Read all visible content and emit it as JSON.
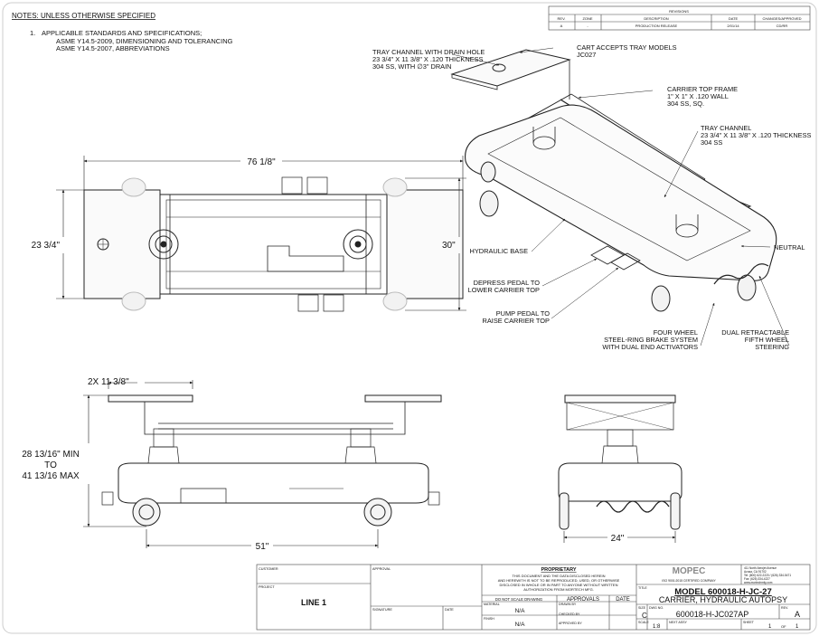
{
  "notes": {
    "header": "NOTES: UNLESS OTHERWISE SPECIFIED",
    "item_number": "1.",
    "item_text": "APPLICABLE STANDARDS AND SPECIFICATIONS;",
    "standard_1": "ASME Y14.5-2009, DIMENSIONING AND TOLERANCING",
    "standard_2": "ASME Y14.5-2007, ABBREVIATIONS"
  },
  "revisions": {
    "title": "REVISIONS",
    "headers": [
      "REV.",
      "ZONE",
      "DESCRIPTION",
      "DATE",
      "CHANGES/APPROVED"
    ],
    "row": [
      "A",
      "-",
      "PRODUCTION RELEASE",
      "2/01/14",
      "CD/RR"
    ]
  },
  "top_view": {
    "length_dim": "76 1/8\"",
    "width_dim": "23 3/4\"",
    "outer_width_dim": "30\""
  },
  "side_view": {
    "tray_dim": "2X 11 3/8\"",
    "height_min": "28 13/16\" MIN",
    "height_to": "TO",
    "height_max": "41 13/16 MAX",
    "wheelbase_dim": "51\""
  },
  "end_view": {
    "width_dim": "24\""
  },
  "callouts": {
    "tray_drain_1": "TRAY CHANNEL WITH DRAIN HOLE",
    "tray_drain_2": "23 3/4\" X 11 3/8\" X .120 THICKNESS",
    "tray_drain_3": "304 SS, WITH ∅3\" DRAIN",
    "cart_accepts_1": "CART ACCEPTS TRAY MODELS",
    "cart_accepts_2": "JC027",
    "carrier_frame_1": "CARRIER TOP FRAME",
    "carrier_frame_2": "1\" X 1\" X .120 WALL",
    "carrier_frame_3": "304 SS, SQ.",
    "tray_channel_1": "TRAY CHANNEL",
    "tray_channel_2": "23 3/4\" X 11 3/8\" X .120 THICKNESS",
    "tray_channel_3": "304 SS",
    "hydraulic_base": "HYDRAULIC BASE",
    "neutral": "NEUTRAL",
    "depress_pedal_1": "DEPRESS PEDAL TO",
    "depress_pedal_2": "LOWER CARRIER TOP",
    "pump_pedal_1": "PUMP PEDAL TO",
    "pump_pedal_2": "RAISE CARRIER TOP",
    "four_wheel_1": "FOUR WHEEL",
    "four_wheel_2": "STEEL-RING BRAKE SYSTEM",
    "four_wheel_3": "WITH DUAL END ACTIVATORS",
    "dual_retract_1": "DUAL RETRACTABLE",
    "dual_retract_2": "FIFTH WHEEL",
    "dual_retract_3": "STEERING"
  },
  "title_block": {
    "customer_label": "CUSTOMER",
    "approval_label": "APPROVAL",
    "project_label": "PROJECT",
    "project_value": "LINE 1",
    "signature_label": "SIGNATURE",
    "date_label": "DATE",
    "proprietary_title": "PROPRIETARY",
    "proprietary_1": "THIS DOCUMENT AND THE DATA DISCLOSED HEREIN",
    "proprietary_2": "AND HEREWITH IS NOT TO BE REPRODUCED, USED, OR OTHERWISE",
    "proprietary_3": "DISCLOSED IN WHOLE OR IN PART TO ANYONE WITHOUT WRITTEN",
    "proprietary_4": "AUTHORIZATION FROM MORTECH MFG.",
    "do_not_scale": "DO NOT SCALE DRAWING",
    "approvals": "APPROVALS",
    "date_col": "DATE",
    "material_label": "MATERIAL",
    "material_value": "N/A",
    "finish_label": "FINISH",
    "finish_value": "N/A",
    "drawn_by": "DRAWN BY",
    "checked_by": "CHECKED BY",
    "approved_by": "APPROVED BY",
    "company": "MOPEC",
    "iso_text": "ISO 9001:2015 CERTIFIED COMPANY",
    "address_1": "411 North Aerojet Avenue",
    "address_2": "Azusa, CA 91702",
    "address_3": "Tel: (800) 622-2220 / (626) 334-5471",
    "address_4": "Fax: (626) 334-4227",
    "address_5": "www.mortechmfg.com",
    "title_label": "TITLE",
    "model": "MODEL 600018-H-JC-27",
    "description": "CARRIER, HYDRAULIC AUTOPSY",
    "size_label": "SIZE",
    "size_value": "C",
    "dwg_label": "DWG NO.",
    "dwg_value": "600018-H-JC027AP",
    "rev_label": "REV.",
    "rev_value": "A",
    "scale_label": "SCALE",
    "scale_value": "1:8",
    "next_assy": "NEXT ASSY",
    "sheet_label": "SHEET",
    "sheet_value": "1",
    "sheet_of": "OF",
    "sheet_total": "1"
  }
}
